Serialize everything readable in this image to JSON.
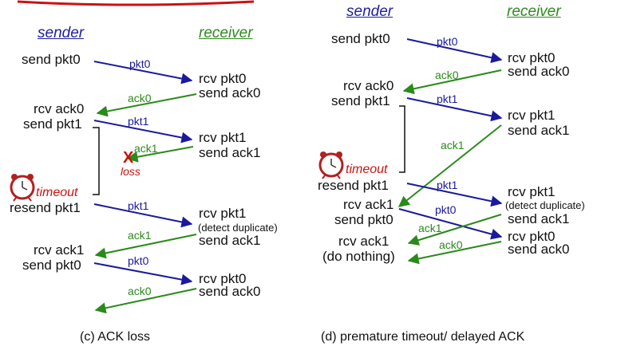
{
  "panel_c": {
    "sender_header": "sender",
    "receiver_header": "receiver",
    "sender_events": [
      "send pkt0",
      "rcv ack0",
      "send pkt1",
      "resend pkt1",
      "rcv ack1",
      "send pkt0"
    ],
    "receiver_events": [
      "rcv pkt0",
      "send ack0",
      "rcv pkt1",
      "send ack1",
      "rcv pkt1",
      "(detect duplicate)",
      "send ack1",
      "rcv pkt0",
      "send ack0"
    ],
    "message_labels": [
      "pkt0",
      "ack0",
      "pkt1",
      "ack1",
      "pkt1",
      "ack1",
      "pkt0",
      "ack0"
    ],
    "loss_mark": "X",
    "loss_label": "loss",
    "timeout_label": "timeout",
    "caption": "(c) ACK loss"
  },
  "panel_d": {
    "sender_header": "sender",
    "receiver_header": "receiver",
    "sender_events": [
      "send pkt0",
      "rcv ack0",
      "send pkt1",
      "resend pkt1",
      "rcv ack1",
      "send pkt0",
      "rcv ack1",
      "(do nothing)"
    ],
    "receiver_events": [
      "rcv pkt0",
      "send ack0",
      "rcv pkt1",
      "send ack1",
      "rcv pkt1",
      "(detect duplicate)",
      "send ack1",
      "rcv pkt0",
      "send ack0"
    ],
    "message_labels": [
      "pkt0",
      "ack0",
      "pkt1",
      "ack1",
      "pkt1",
      "pkt0",
      "ack1",
      "ack0"
    ],
    "timeout_label": "timeout",
    "caption": "(d) premature timeout/ delayed ACK"
  },
  "colors": {
    "packet_arrow": "#1a1a9c",
    "ack_arrow": "#2a8a1a",
    "loss": "#cc1111",
    "header_sender": "#1f1f9c",
    "header_receiver": "#2e8b1e",
    "top_rule": "#cc1111"
  },
  "icons": [
    "alarm-clock-icon",
    "alarm-clock-icon"
  ]
}
